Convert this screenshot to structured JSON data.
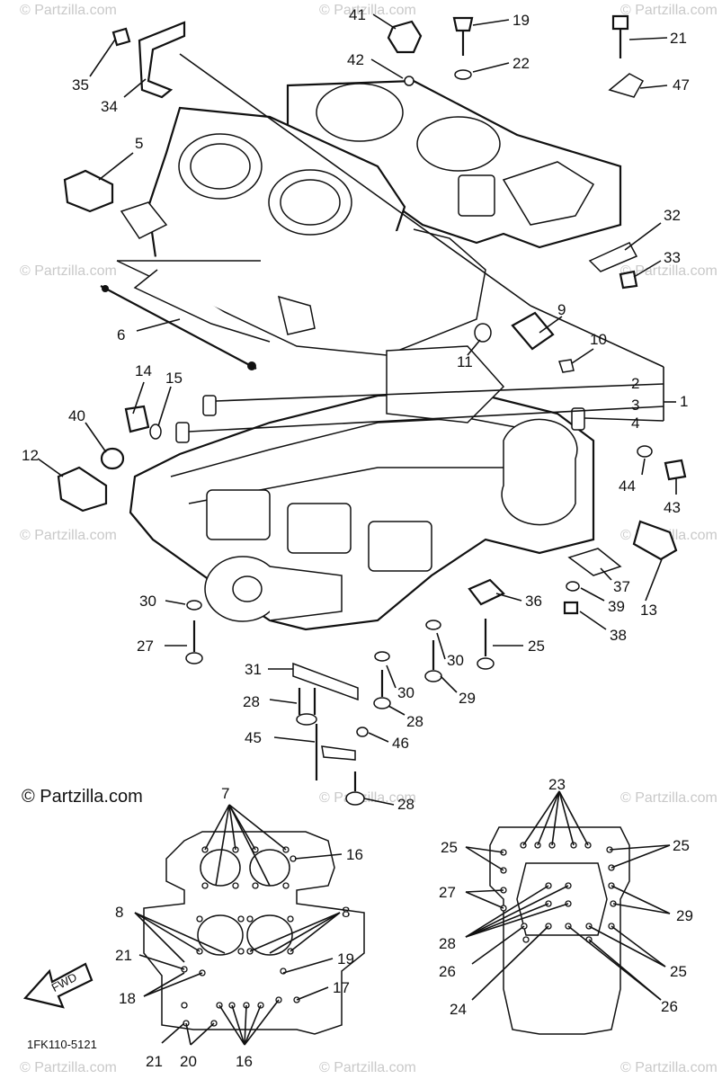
{
  "watermark": "© Partzilla.com",
  "brand": "© Partzilla.com",
  "diagram_code": "1FK110-5121",
  "forward_label": "FWD",
  "callouts": {
    "c1": "1",
    "c2": "2",
    "c3": "3",
    "c4": "4",
    "c5": "5",
    "c6": "6",
    "c7": "7",
    "c8a": "8",
    "c8b": "8",
    "c9": "9",
    "c10": "10",
    "c11": "11",
    "c12": "12",
    "c13": "13",
    "c14": "14",
    "c15": "15",
    "c16a": "16",
    "c16b": "16",
    "c17": "17",
    "c18": "18",
    "c19a": "19",
    "c19b": "19",
    "c20": "20",
    "c21a": "21",
    "c21b": "21",
    "c21c": "21",
    "c22": "22",
    "c23": "23",
    "c24": "24",
    "c25a": "25",
    "c25b": "25",
    "c25c": "25",
    "c25d": "25",
    "c26a": "26",
    "c26b": "26",
    "c27a": "27",
    "c27b": "27",
    "c28a": "28",
    "c28b": "28",
    "c28c": "28",
    "c28d": "28",
    "c29a": "29",
    "c29b": "29",
    "c30a": "30",
    "c30b": "30",
    "c30c": "30",
    "c31": "31",
    "c32": "32",
    "c33": "33",
    "c34": "34",
    "c35": "35",
    "c36": "36",
    "c37": "37",
    "c38": "38",
    "c39": "39",
    "c40": "40",
    "c41": "41",
    "c42": "42",
    "c43": "43",
    "c44": "44",
    "c45": "45",
    "c46": "46",
    "c47": "47"
  }
}
